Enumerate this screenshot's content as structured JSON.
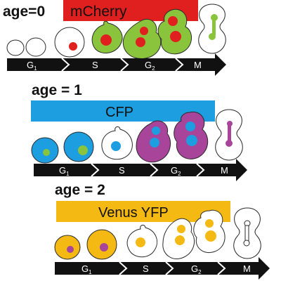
{
  "colors": {
    "mcherry": "#e0201e",
    "green": "#8ac43c",
    "cfp": "#1c9ee0",
    "magenta": "#a8449a",
    "yfp": "#f5b914",
    "outline": "#2a2a2a",
    "arrow": "#111111",
    "arrow_text": "#ffffff",
    "bg": "#ffffff"
  },
  "panels": [
    {
      "age_label": "age=0",
      "reporter": "mCherry",
      "bar_color": "#e0201e",
      "phases": [
        {
          "main": "G",
          "sub": "1"
        },
        {
          "main": "S",
          "sub": ""
        },
        {
          "main": "G",
          "sub": "2"
        },
        {
          "main": "M",
          "sub": ""
        }
      ]
    },
    {
      "age_label": "age = 1",
      "reporter": "CFP",
      "bar_color": "#1c9ee0",
      "phases": [
        {
          "main": "G",
          "sub": "1"
        },
        {
          "main": "S",
          "sub": ""
        },
        {
          "main": "G",
          "sub": "2"
        },
        {
          "main": "M",
          "sub": ""
        }
      ]
    },
    {
      "age_label": "age = 2",
      "reporter": "Venus YFP",
      "bar_color": "#f5b914",
      "phases": [
        {
          "main": "G",
          "sub": "1"
        },
        {
          "main": "S",
          "sub": ""
        },
        {
          "main": "G",
          "sub": "2"
        },
        {
          "main": "M",
          "sub": ""
        }
      ]
    }
  ]
}
